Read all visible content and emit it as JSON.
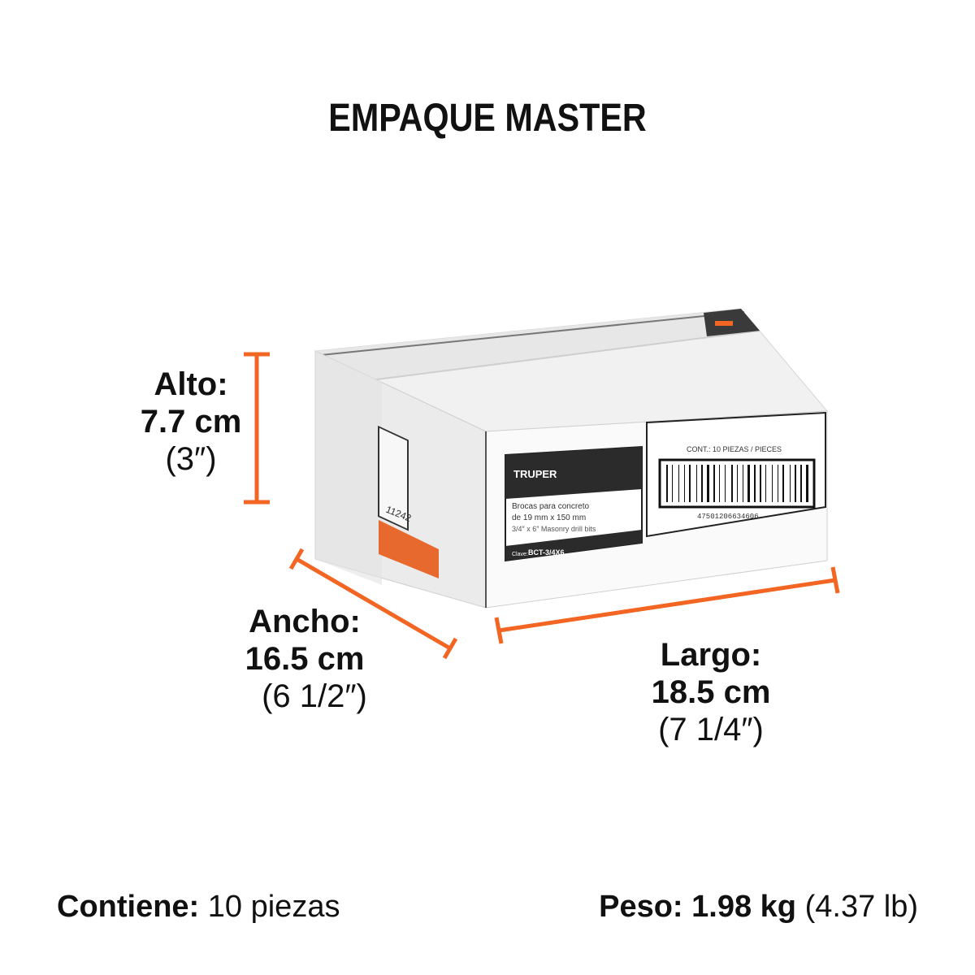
{
  "title": "EMPAQUE MASTER",
  "dimensions": {
    "alto": {
      "label": "Alto:",
      "metric": "7.7 cm",
      "imperial": "(3″)"
    },
    "ancho": {
      "label": "Ancho:",
      "metric": "16.5 cm",
      "imperial": "(6 1/2″)"
    },
    "largo": {
      "label": "Largo:",
      "metric": "18.5 cm",
      "imperial": "(7 1/4″)"
    }
  },
  "box_label": {
    "brand": "TRUPER",
    "line1": "Brocas para concreto",
    "line2": "de 19 mm x 150 mm",
    "line3": "3/4″ x 6″ Masonry drill bits",
    "clave_prefix": "Clave:",
    "clave": "BCT-3/4X6",
    "cont": "CONT.: 10 PIEZAS / PIECES",
    "barcode_number": "47501206634606",
    "side_code": "11242"
  },
  "footer": {
    "contiene_label": "Contiene:",
    "contiene_value": "10 piezas",
    "peso_label": "Peso:",
    "peso_value": "1.98 kg",
    "peso_lb": "(4.37 lb)"
  },
  "colors": {
    "accent": "#f26522",
    "text": "#111111",
    "box_top": "#f3f3f3",
    "box_front": "#fbfbfb",
    "box_side": "#ececec"
  },
  "icons": [
    "dimension-line-height",
    "dimension-line-width",
    "dimension-line-length",
    "truper-logo-icon",
    "barcode-icon"
  ]
}
